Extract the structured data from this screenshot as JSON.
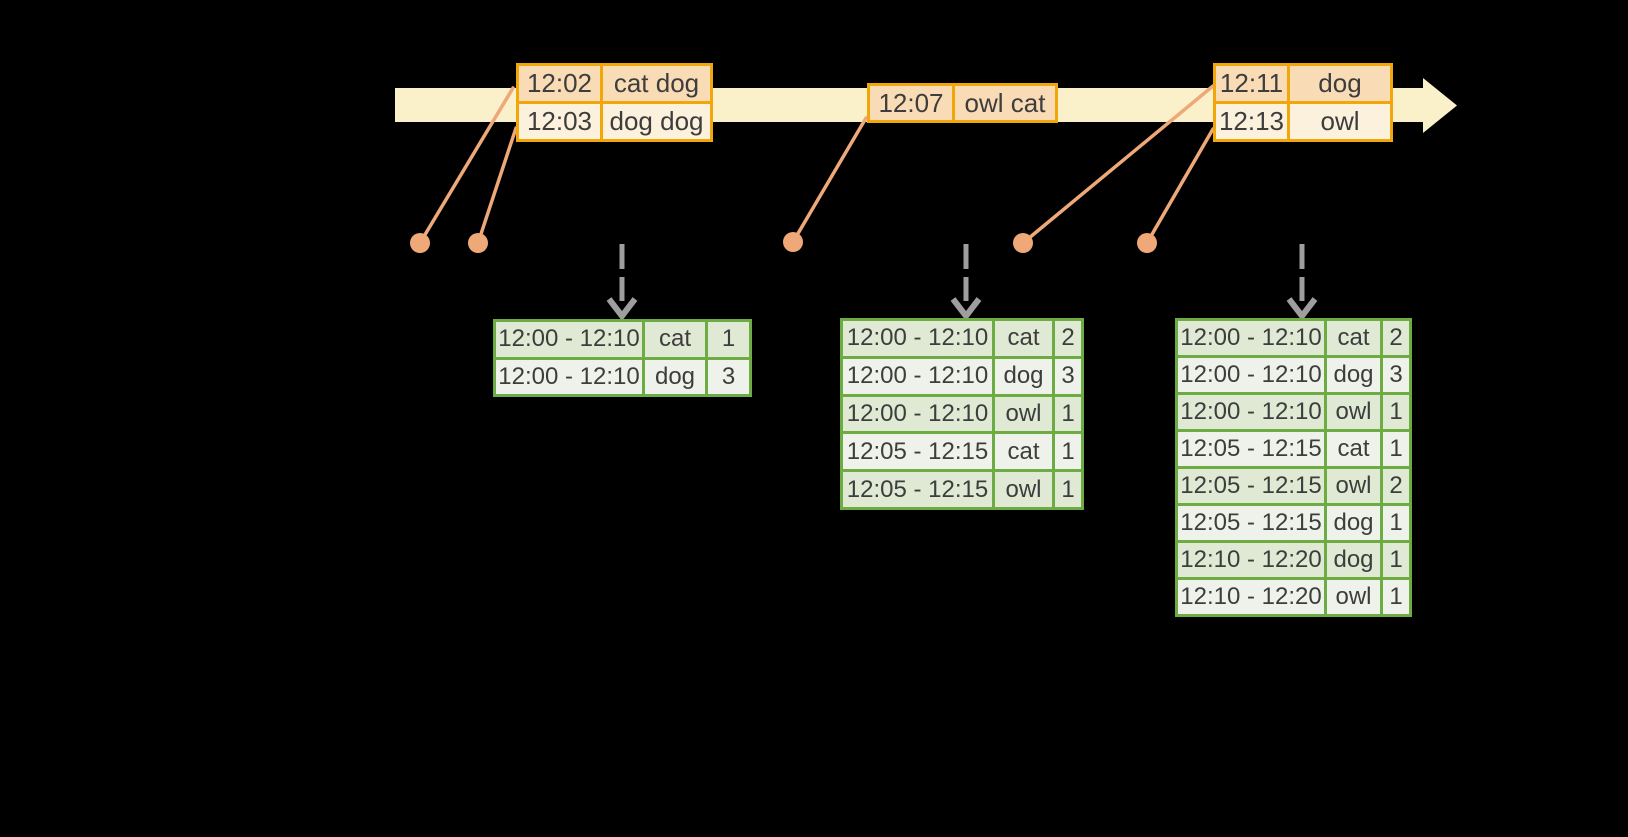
{
  "diagram": {
    "kind": "streaming-windowed-aggregation-timeline",
    "colors": {
      "background": "#000000",
      "timeline_arrow_fill": "#FAF0CA",
      "event_table_border": "#F1A70A",
      "event_row_dark": "#F9DBB6",
      "event_row_light": "#FCF1DD",
      "connector_and_dots": "#EFA878",
      "result_table_border": "#6CAC43",
      "result_row_dark": "#DFE9D4",
      "result_row_light": "#EFF2EA",
      "trigger_arrow_gray": "#9E9E9E",
      "table_text": "#3D3D3D"
    },
    "icons": [
      {
        "name": "timeline-arrow",
        "shape": "right-arrow"
      },
      {
        "name": "event-dot",
        "count": 5
      },
      {
        "name": "trigger-down-arrow",
        "count": 3
      }
    ]
  },
  "event_tables": [
    {
      "rows": [
        {
          "time": "12:02",
          "words": "cat dog"
        },
        {
          "time": "12:03",
          "words": "dog dog"
        }
      ]
    },
    {
      "rows": [
        {
          "time": "12:07",
          "words": "owl cat"
        }
      ]
    },
    {
      "rows": [
        {
          "time": "12:11",
          "words": "dog"
        },
        {
          "time": "12:13",
          "words": "owl"
        }
      ]
    }
  ],
  "result_tables": [
    {
      "rows": [
        {
          "window": "12:00 - 12:10",
          "word": "cat",
          "count": "1"
        },
        {
          "window": "12:00 - 12:10",
          "word": "dog",
          "count": "3"
        }
      ]
    },
    {
      "rows": [
        {
          "window": "12:00 - 12:10",
          "word": "cat",
          "count": "2"
        },
        {
          "window": "12:00 - 12:10",
          "word": "dog",
          "count": "3"
        },
        {
          "window": "12:00 - 12:10",
          "word": "owl",
          "count": "1"
        },
        {
          "window": "12:05 - 12:15",
          "word": "cat",
          "count": "1"
        },
        {
          "window": "12:05 - 12:15",
          "word": "owl",
          "count": "1"
        }
      ]
    },
    {
      "rows": [
        {
          "window": "12:00 - 12:10",
          "word": "cat",
          "count": "2"
        },
        {
          "window": "12:00 - 12:10",
          "word": "dog",
          "count": "3"
        },
        {
          "window": "12:00 - 12:10",
          "word": "owl",
          "count": "1"
        },
        {
          "window": "12:05 - 12:15",
          "word": "cat",
          "count": "1"
        },
        {
          "window": "12:05 - 12:15",
          "word": "owl",
          "count": "2"
        },
        {
          "window": "12:05 - 12:15",
          "word": "dog",
          "count": "1"
        },
        {
          "window": "12:10 - 12:20",
          "word": "dog",
          "count": "1"
        },
        {
          "window": "12:10 - 12:20",
          "word": "owl",
          "count": "1"
        }
      ]
    }
  ]
}
